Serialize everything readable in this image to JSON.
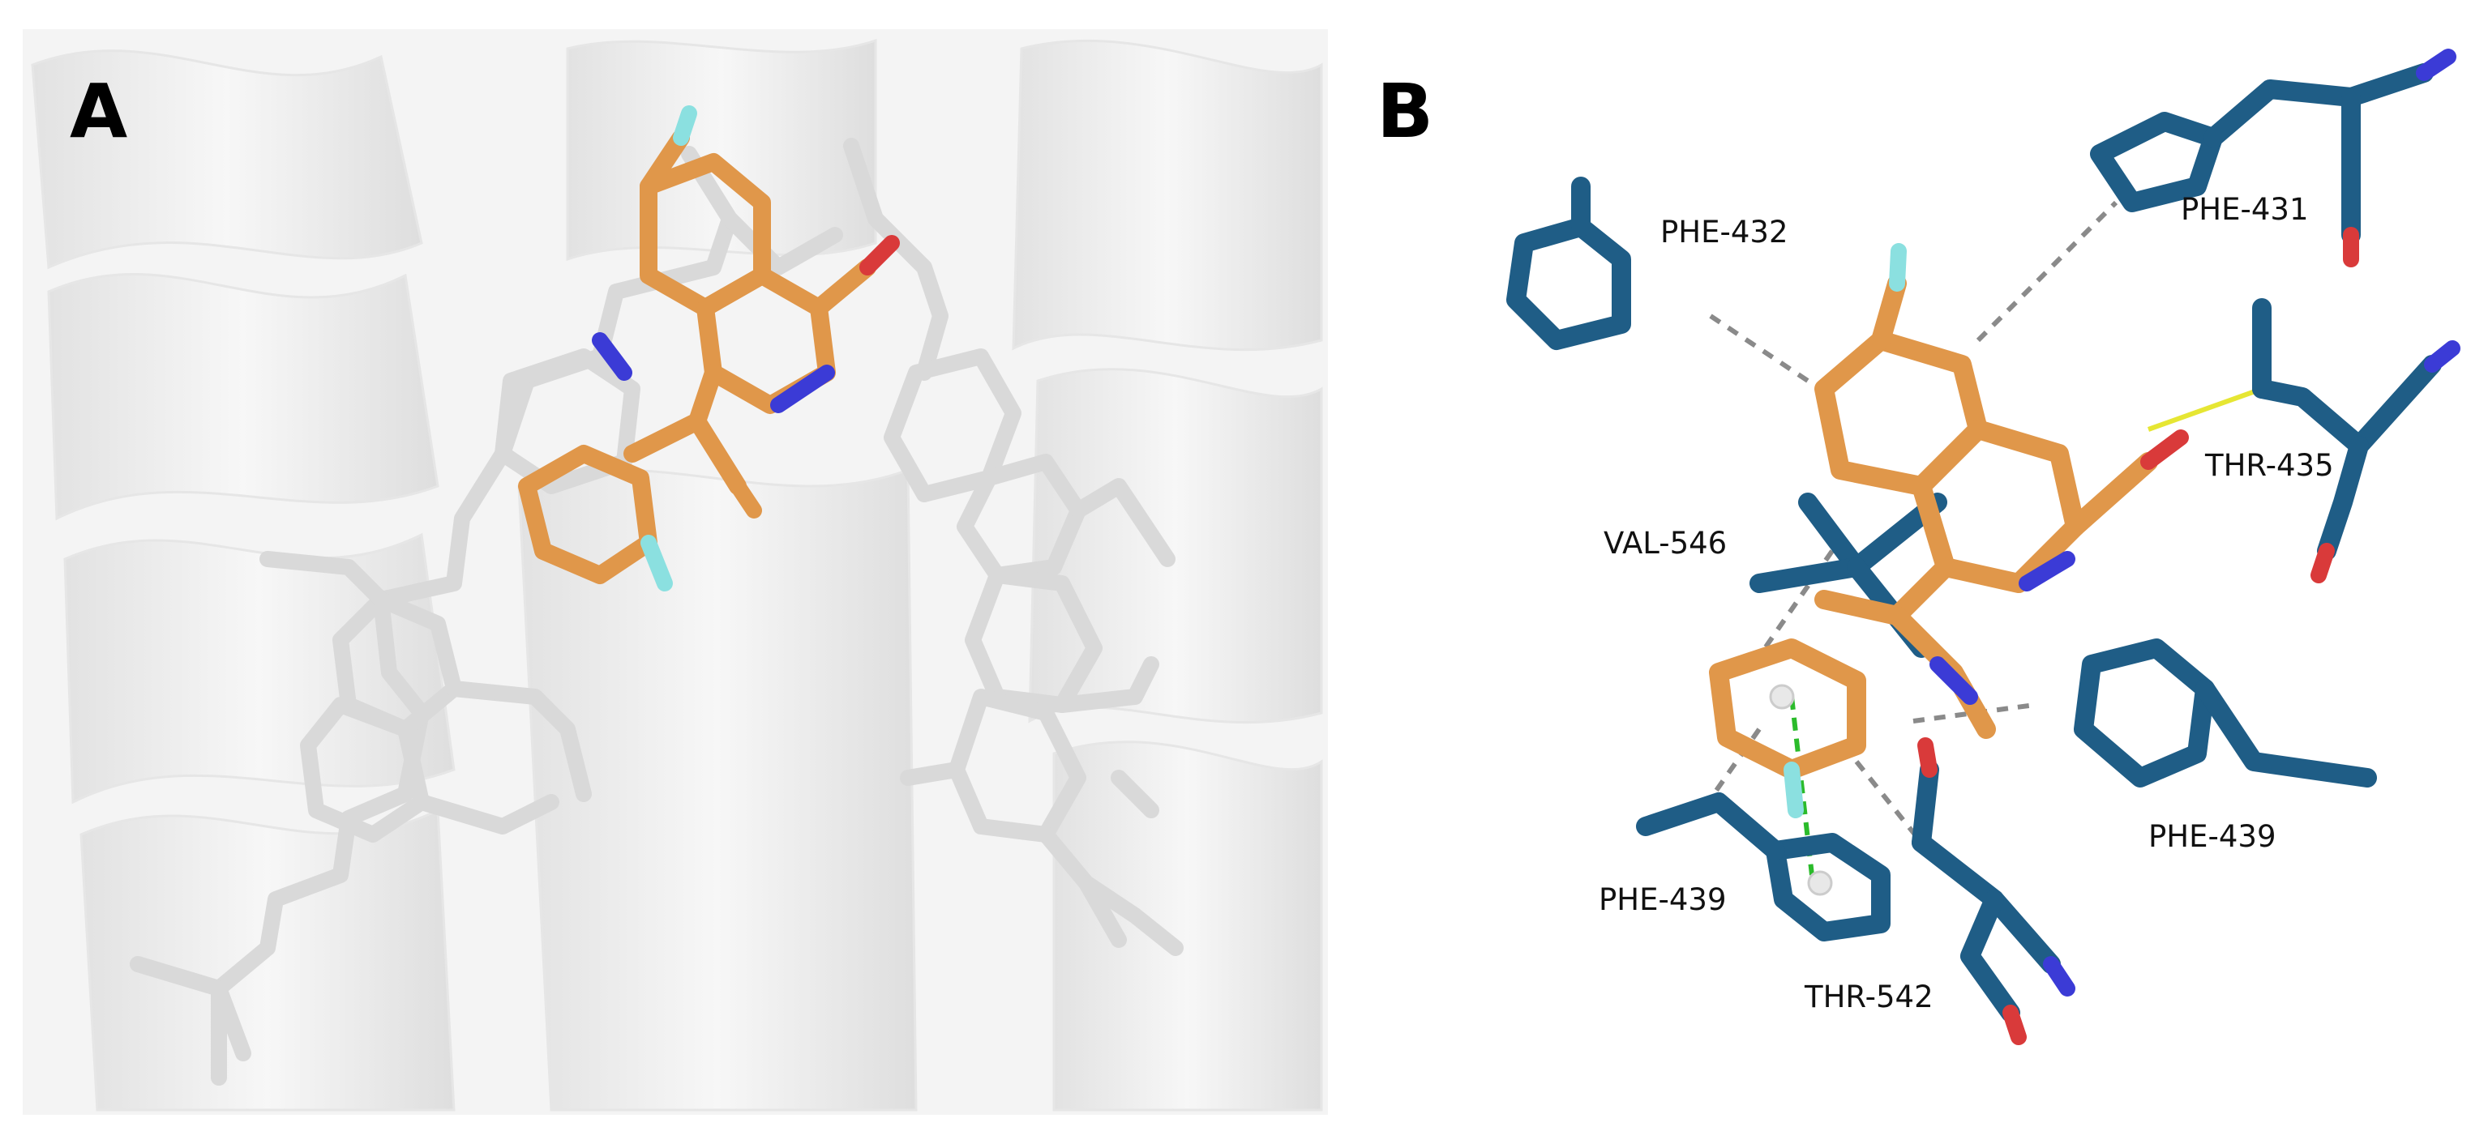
{
  "panels": {
    "a": {
      "letter": "A"
    },
    "b": {
      "letter": "B"
    }
  },
  "residues": [
    {
      "label": "PHE-432"
    },
    {
      "label": "PHE-431"
    },
    {
      "label": "THR-435"
    },
    {
      "label": "VAL-546"
    },
    {
      "label": "PHE-439"
    },
    {
      "label": "PHE-439"
    },
    {
      "label": "THR-542"
    }
  ],
  "colors": {
    "ligand": "#e0974a",
    "residue": "#1f5d86",
    "overlay_ligand": "#d8d8d8",
    "nitrogen": "#3b3bd6",
    "oxygen": "#d93a3a",
    "fluorine": "#8be0e0",
    "hbond": "#e6e633",
    "pi_stack": "#2bbb2b",
    "contact": "#8a8a8a",
    "cartoon": "#ececec"
  }
}
